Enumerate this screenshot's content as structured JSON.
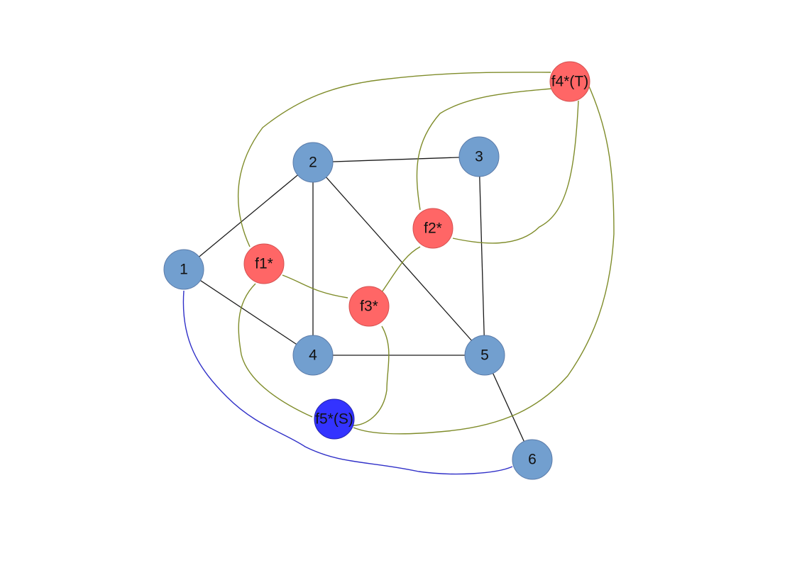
{
  "colors": {
    "vertex": "#729fcf",
    "face": "#ff6666",
    "source_face": "#3333ff",
    "primal_edge": "#1a1a1a",
    "dual_edge": "#7f8c2a",
    "special_edge": "#3030c8"
  },
  "nodes": [
    {
      "id": "n1",
      "label": "1",
      "kind": "vertex"
    },
    {
      "id": "n2",
      "label": "2",
      "kind": "vertex"
    },
    {
      "id": "n3",
      "label": "3",
      "kind": "vertex"
    },
    {
      "id": "n4",
      "label": "4",
      "kind": "vertex"
    },
    {
      "id": "n5",
      "label": "5",
      "kind": "vertex"
    },
    {
      "id": "n6",
      "label": "6",
      "kind": "vertex"
    },
    {
      "id": "f1",
      "label": "f1*",
      "kind": "face"
    },
    {
      "id": "f2",
      "label": "f2*",
      "kind": "face"
    },
    {
      "id": "f3",
      "label": "f3*",
      "kind": "face"
    },
    {
      "id": "f4",
      "label": "f4*(T)",
      "kind": "face"
    },
    {
      "id": "f5",
      "label": "f5*(S)",
      "kind": "source_face"
    }
  ],
  "edges": [
    {
      "from": "1",
      "to": "2",
      "kind": "primal"
    },
    {
      "from": "1",
      "to": "4",
      "kind": "primal"
    },
    {
      "from": "2",
      "to": "3",
      "kind": "primal"
    },
    {
      "from": "2",
      "to": "4",
      "kind": "primal"
    },
    {
      "from": "2",
      "to": "5",
      "kind": "primal"
    },
    {
      "from": "3",
      "to": "5",
      "kind": "primal"
    },
    {
      "from": "4",
      "to": "5",
      "kind": "primal"
    },
    {
      "from": "5",
      "to": "6",
      "kind": "primal"
    },
    {
      "from": "1",
      "to": "6",
      "kind": "special"
    },
    {
      "from": "f1*",
      "to": "f4*(T)",
      "kind": "dual"
    },
    {
      "from": "f1*",
      "to": "f3*",
      "kind": "dual"
    },
    {
      "from": "f1*",
      "to": "f5*(S)",
      "kind": "dual"
    },
    {
      "from": "f3*",
      "to": "f2*",
      "kind": "dual"
    },
    {
      "from": "f3*",
      "to": "f5*(S)",
      "kind": "dual"
    },
    {
      "from": "f2*",
      "to": "f4*(T)",
      "kind": "dual"
    },
    {
      "from": "f2*",
      "to": "f4*(T)",
      "kind": "dual"
    },
    {
      "from": "f4*(T)",
      "to": "f5*(S)",
      "kind": "dual"
    }
  ]
}
